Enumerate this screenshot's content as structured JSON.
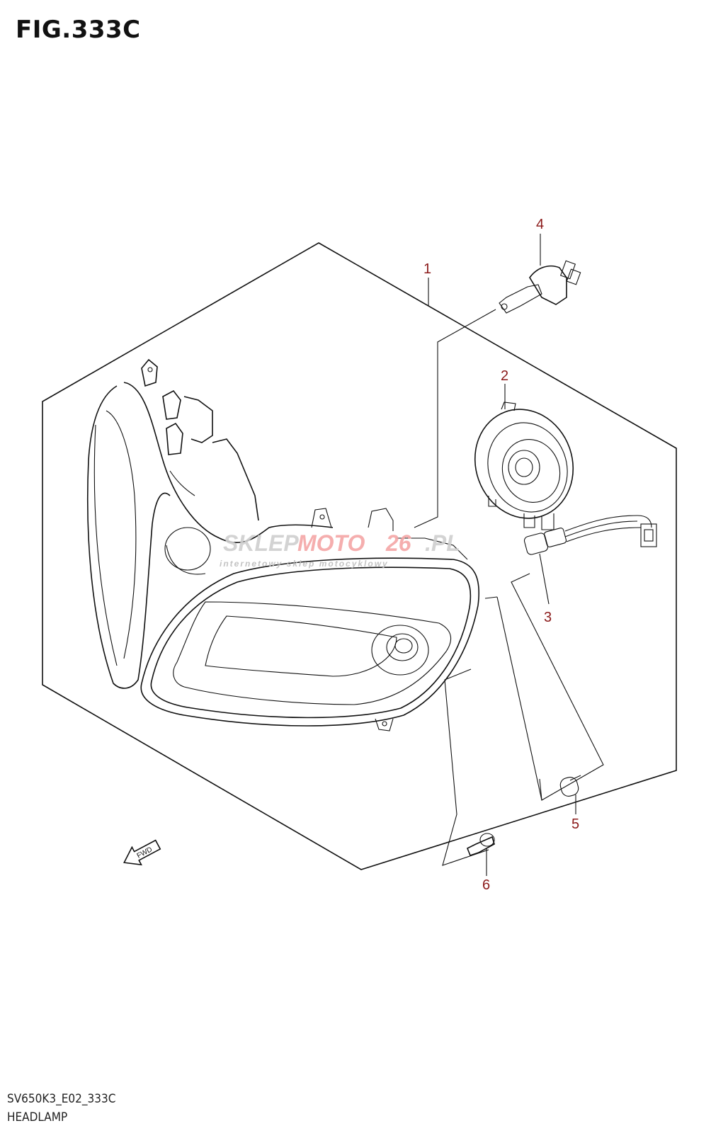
{
  "figure": {
    "title": "FIG.333C",
    "code": "SV650K3_E02_333C",
    "name": "HEADLAMP"
  },
  "callouts": [
    {
      "id": "1",
      "label": "1"
    },
    {
      "id": "2",
      "label": "2"
    },
    {
      "id": "3",
      "label": "3"
    },
    {
      "id": "4",
      "label": "4"
    },
    {
      "id": "5",
      "label": "5"
    },
    {
      "id": "6",
      "label": "6"
    }
  ],
  "direction_arrow": {
    "label": "FWD"
  },
  "watermark": {
    "brand_a": "SKLEP",
    "brand_b": "MOTO",
    "brand_c": "26",
    "brand_d": ".PL",
    "tagline": "internetowy sklep motocyklowy"
  },
  "colors": {
    "callout": "#8b1a1a",
    "line": "#111111",
    "watermark_gray": "#c8c8c8",
    "watermark_red": "#f2a0a0"
  }
}
